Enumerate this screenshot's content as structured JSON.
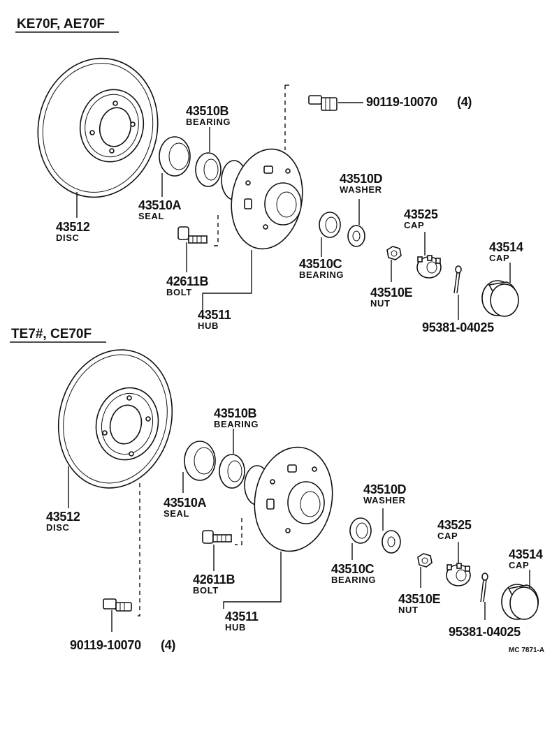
{
  "diagram_code": "MC 7871-A",
  "sections": [
    {
      "title": "KE70F, AE70F",
      "parts": {
        "disc": {
          "number": "43512",
          "name": "DISC"
        },
        "bearing_b": {
          "number": "43510B",
          "name": "BEARING"
        },
        "seal": {
          "number": "43510A",
          "name": "SEAL"
        },
        "bolt": {
          "number": "42611B",
          "name": "BOLT"
        },
        "hub": {
          "number": "43511",
          "name": "HUB"
        },
        "hub_bolt": {
          "number": "90119-10070",
          "qty": "(4)"
        },
        "washer": {
          "number": "43510D",
          "name": "WASHER"
        },
        "bearing_c": {
          "number": "43510C",
          "name": "BEARING"
        },
        "cap_nut": {
          "number": "43525",
          "name": "CAP"
        },
        "nut": {
          "number": "43510E",
          "name": "NUT"
        },
        "pin": {
          "number": "95381-04025"
        },
        "cap": {
          "number": "43514",
          "name": "CAP"
        }
      }
    },
    {
      "title": "TE7#, CE70F",
      "parts": {
        "disc": {
          "number": "43512",
          "name": "DISC"
        },
        "bearing_b": {
          "number": "43510B",
          "name": "BEARING"
        },
        "seal": {
          "number": "43510A",
          "name": "SEAL"
        },
        "bolt": {
          "number": "42611B",
          "name": "BOLT"
        },
        "hub": {
          "number": "43511",
          "name": "HUB"
        },
        "hub_bolt": {
          "number": "90119-10070",
          "qty": "(4)"
        },
        "washer": {
          "number": "43510D",
          "name": "WASHER"
        },
        "bearing_c": {
          "number": "43510C",
          "name": "BEARING"
        },
        "cap_nut": {
          "number": "43525",
          "name": "CAP"
        },
        "nut": {
          "number": "43510E",
          "name": "NUT"
        },
        "pin": {
          "number": "95381-04025"
        },
        "cap": {
          "number": "43514",
          "name": "CAP"
        }
      }
    }
  ]
}
